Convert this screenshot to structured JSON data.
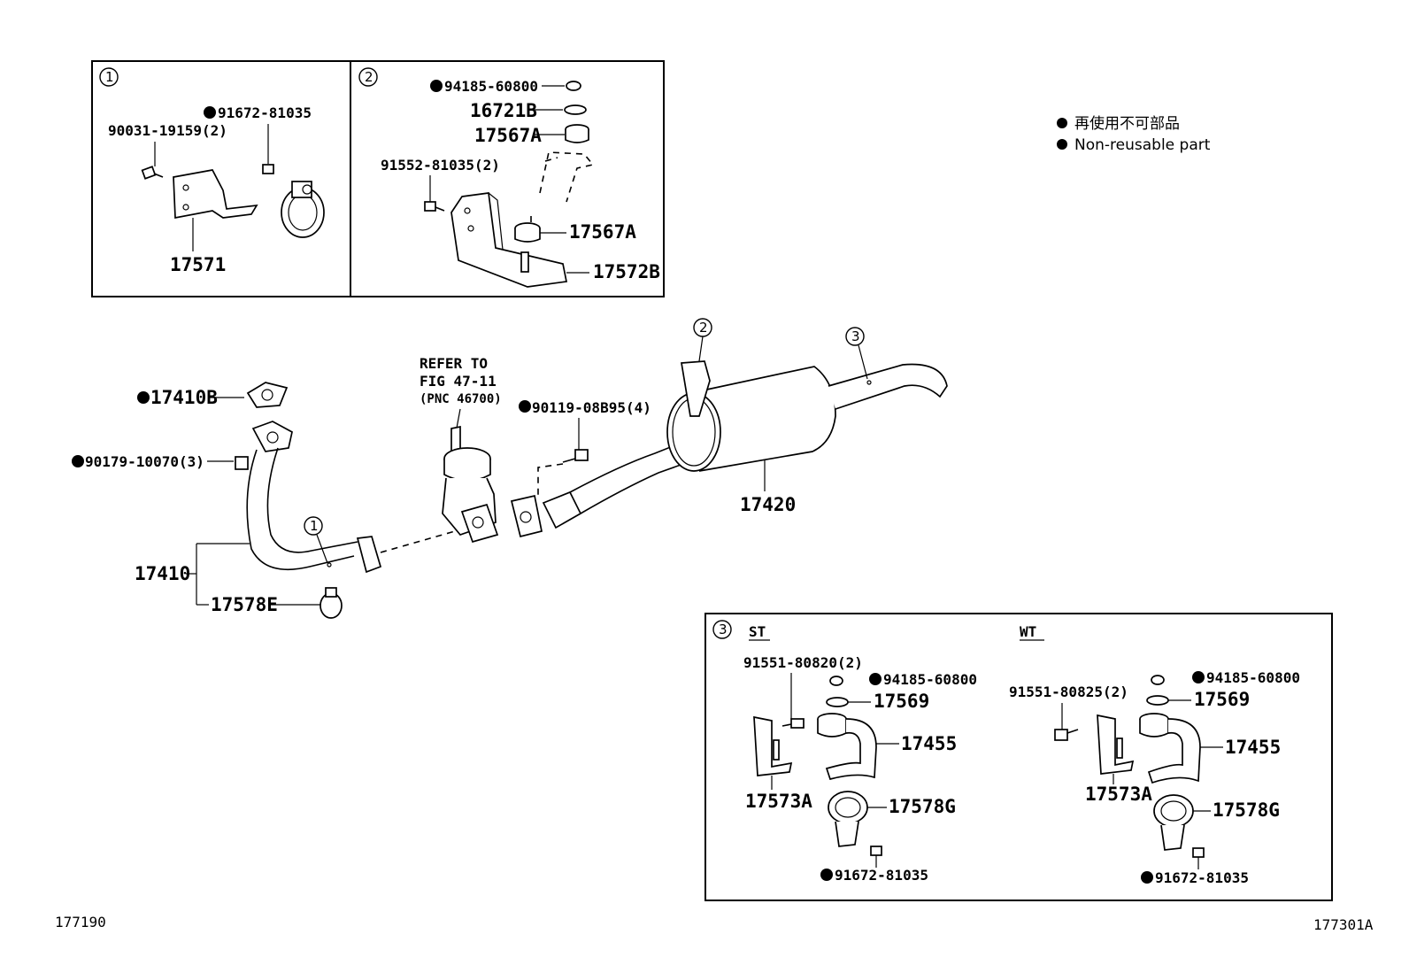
{
  "legend": {
    "line1": "再使用不可部品",
    "line2": "Non-reusable part"
  },
  "inset_numbers": {
    "n1": "1",
    "n2": "2",
    "n3": "3"
  },
  "inset1": {
    "bolt": "90031-19159(2)",
    "clamp_bolt": "91672-81035",
    "bracket": "17571"
  },
  "inset2": {
    "nut": "94185-60800",
    "washer": "16721B",
    "cushion_top": "17567A",
    "bolt": "91552-81035(2)",
    "cushion_bottom": "17567A",
    "bracket": "17572B"
  },
  "main": {
    "gasket": "17410B",
    "nut": "90179-10070(3)",
    "pipe": "17410",
    "clamp": "17578E",
    "refer1": "REFER TO",
    "refer2": "FIG 47-11",
    "refer3": "(PNC 46700)",
    "bolt": "90119-08B95(4)",
    "muffler": "17420"
  },
  "inset3": {
    "st_label": "ST",
    "wt_label": "WT",
    "st_bolt": "91551-80820(2)",
    "st_nut": "94185-60800",
    "st_washer": "17569",
    "st_bracket": "17455",
    "st_hanger": "17573A",
    "st_clamp": "17578G",
    "st_clamp_bolt": "91672-81035",
    "wt_bolt": "91551-80825(2)",
    "wt_nut": "94185-60800",
    "wt_washer": "17569",
    "wt_bracket": "17455",
    "wt_hanger": "17573A",
    "wt_clamp": "17578G",
    "wt_clamp_bolt": "91672-81035"
  },
  "footer": {
    "left_code": "177190",
    "right_code": "177301A"
  }
}
